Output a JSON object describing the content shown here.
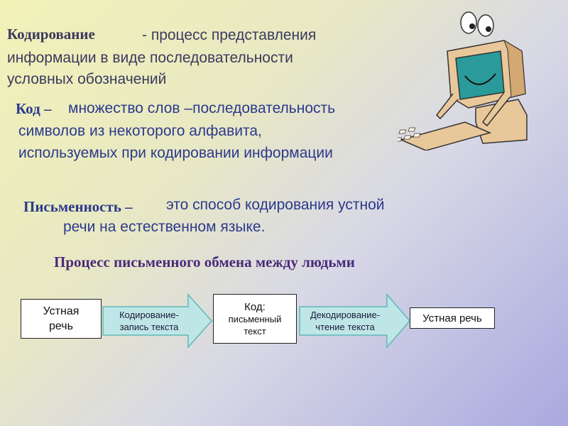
{
  "coding": {
    "term": "Кодирование",
    "definition_lines": [
      "- процесс представления",
      "информации в виде последовательности",
      "условных обозначений"
    ]
  },
  "code": {
    "term": "Код –",
    "definition_lines": [
      "множество слов –последовательность",
      "символов из некоторого алфавита,",
      "используемых при кодировании информации"
    ]
  },
  "writing": {
    "term": "Письменность –",
    "definition_lines": [
      "это способ кодирования устной",
      "речи на естественном языке."
    ]
  },
  "process": {
    "heading": "Процесс письменного обмена между людьми",
    "box1_lines": [
      "Устная",
      "речь"
    ],
    "arrow1_lines": [
      "Кодирование-",
      "запись текста"
    ],
    "box2_lines": [
      "Код:",
      "письменный",
      "текст"
    ],
    "arrow2_lines": [
      "Декодирование-",
      "чтение текста"
    ],
    "box3": "Устная речь"
  },
  "colors": {
    "arrow_fill": "#bfe6e6",
    "arrow_stroke": "#5fb8b8",
    "heading": "#4a2a7a",
    "text": "#2b3a8c"
  },
  "icons": {
    "mascot": "computer-mascot-icon"
  }
}
